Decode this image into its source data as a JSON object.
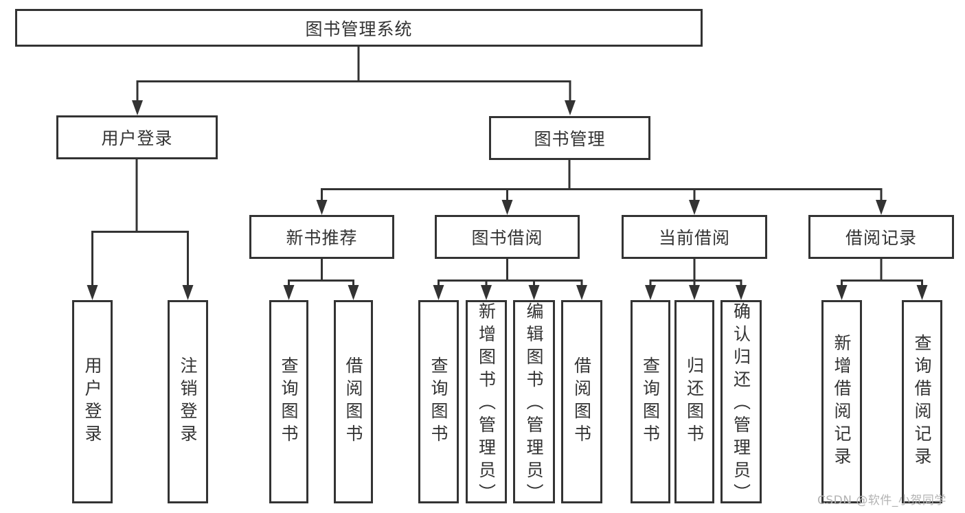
{
  "diagram": {
    "root": {
      "label": "图书管理系统"
    },
    "branches": [
      {
        "label": "用户登录",
        "children": [
          {
            "label": "用户登录"
          },
          {
            "label": "注销登录"
          }
        ]
      },
      {
        "label": "图书管理",
        "children": [
          {
            "label": "新书推荐",
            "children": [
              {
                "label": "查询图书"
              },
              {
                "label": "借阅图书"
              }
            ]
          },
          {
            "label": "图书借阅",
            "children": [
              {
                "label": "查询图书"
              },
              {
                "label": "新增图书（管理员）"
              },
              {
                "label": "编辑图书（管理员）"
              },
              {
                "label": "借阅图书"
              }
            ]
          },
          {
            "label": "当前借阅",
            "children": [
              {
                "label": "查询图书"
              },
              {
                "label": "归还图书"
              },
              {
                "label": "确认归还（管理员）"
              }
            ]
          },
          {
            "label": "借阅记录",
            "children": [
              {
                "label": "新增借阅记录"
              },
              {
                "label": "查询借阅记录"
              }
            ]
          }
        ]
      }
    ]
  },
  "watermark": {
    "text": "CSDN @软件_小贺同学"
  },
  "colors": {
    "line": "#333333",
    "text": "#333333",
    "watermark": "#b3b3b3",
    "background": "#ffffff"
  }
}
